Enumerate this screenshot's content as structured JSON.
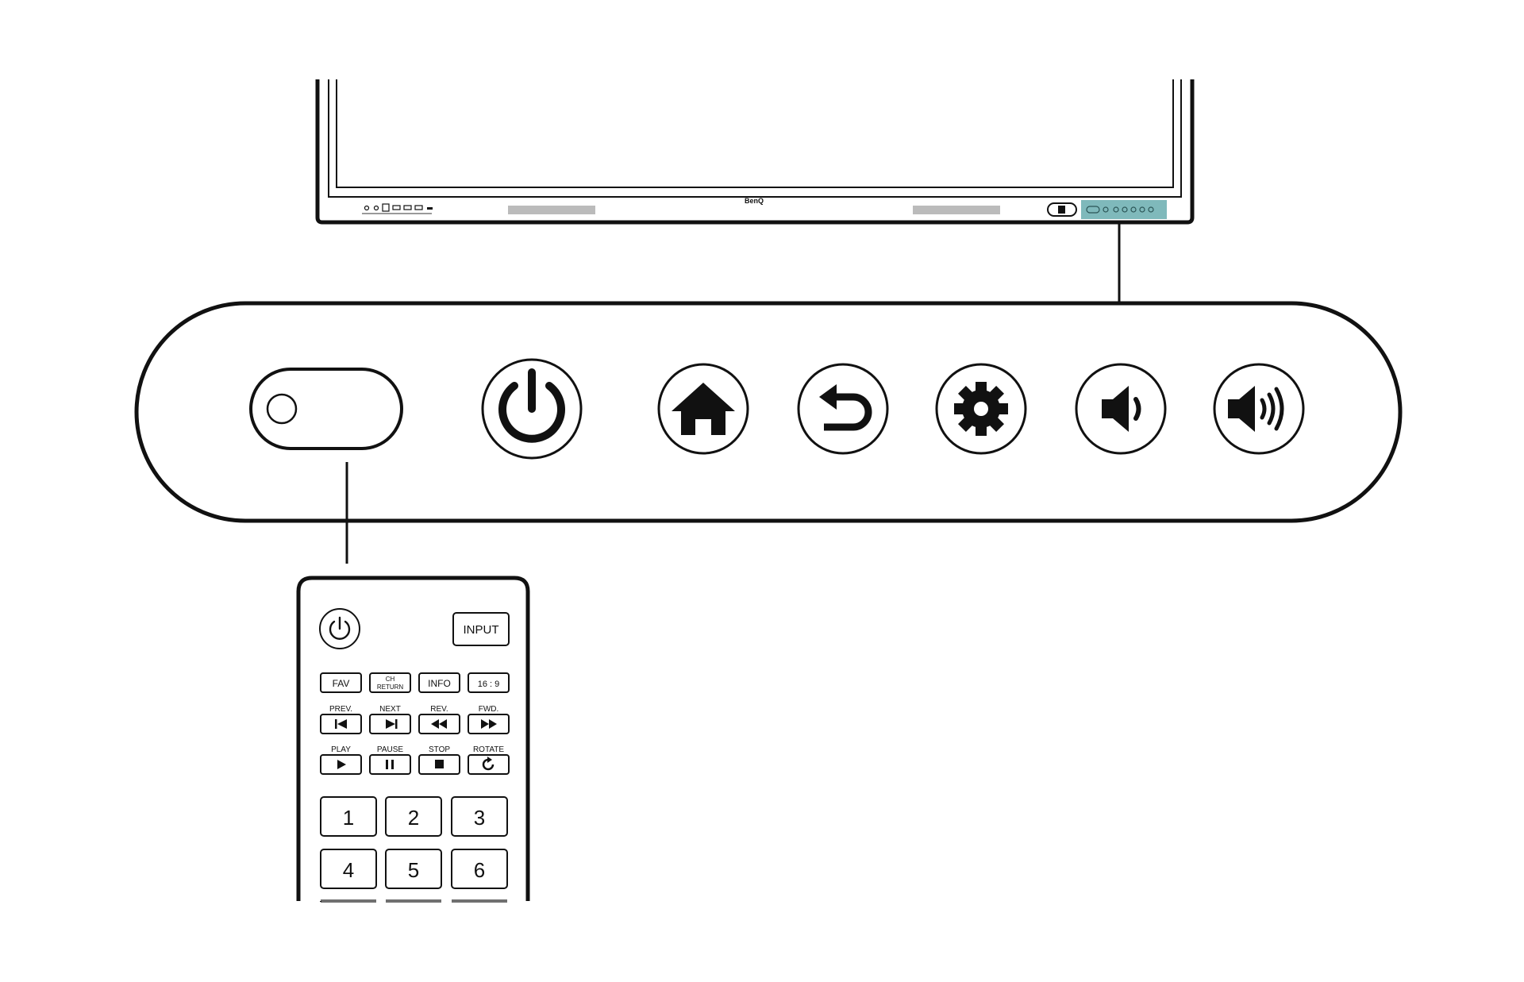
{
  "display": {
    "brand": "BenQ"
  },
  "front_panel": {
    "buttons": [
      {
        "name": "ir-sensor",
        "icon": "ir-sensor-icon"
      },
      {
        "name": "power-button",
        "icon": "power-icon"
      },
      {
        "name": "home-button",
        "icon": "home-icon"
      },
      {
        "name": "back-button",
        "icon": "return-arrow-icon"
      },
      {
        "name": "settings-button",
        "icon": "gear-icon"
      },
      {
        "name": "volume-down-button",
        "icon": "speaker-low-icon"
      },
      {
        "name": "volume-up-button",
        "icon": "speaker-high-icon"
      }
    ]
  },
  "remote": {
    "input_label": "INPUT",
    "row1": [
      "FAV",
      "CH RETURN",
      "INFO",
      "16 : 9"
    ],
    "row2_labels": [
      "PREV.",
      "NEXT",
      "REV.",
      "FWD."
    ],
    "row3_labels": [
      "PLAY",
      "PAUSE",
      "STOP",
      "ROTATE"
    ],
    "digits": [
      "1",
      "2",
      "3",
      "4",
      "5",
      "6"
    ]
  },
  "colors": {
    "highlight": "#7fb9bb",
    "line": "#111111"
  }
}
